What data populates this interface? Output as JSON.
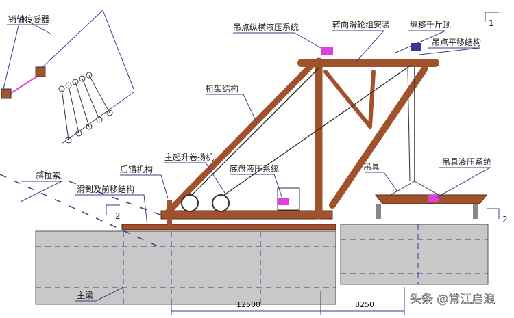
{
  "labels": {
    "pin_sensor": "销轴传感器",
    "lifting_hydraulic": "吊点纵横液压系统",
    "pulley_install": "转向滑轮组安装",
    "long_jack": "纵移千斤顶",
    "lift_translation": "吊点平移结构",
    "truss": "桁架结构",
    "main_winch": "主起升卷扬机",
    "rear_anchor": "后锚机构",
    "chassis_hydraulic": "底盘液压系统",
    "spreader": "吊具",
    "spreader_hydraulic": "吊具液压系统",
    "stay_cable": "斜拉索",
    "slide_forward": "滑到及前移结构",
    "main_girder": "主梁"
  },
  "dimensions": {
    "d1": "12500",
    "d2": "8250"
  },
  "section_marks": {
    "s1": "1",
    "s2_left": "2",
    "s2_right": "2"
  },
  "watermark": "头条 @常江启浪",
  "colors": {
    "steel": "#a0522d",
    "concrete": "#c8c8c8",
    "hydraulic": "#e040e0",
    "line": "#3a3a8a"
  }
}
